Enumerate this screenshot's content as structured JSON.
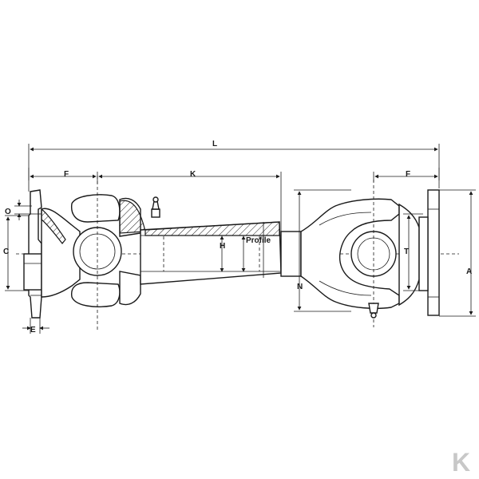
{
  "diagram": {
    "labels": {
      "L": "L",
      "F_left": "F",
      "K": "K",
      "F_right": "F",
      "O": "O",
      "C": "C",
      "E": "E",
      "H": "H",
      "profile": "Profile",
      "N": "N",
      "T": "T",
      "A": "A"
    },
    "logo": "K",
    "colors": {
      "line": "#1a1a1a",
      "background": "#ffffff",
      "logo": "#c8c8c8"
    }
  }
}
